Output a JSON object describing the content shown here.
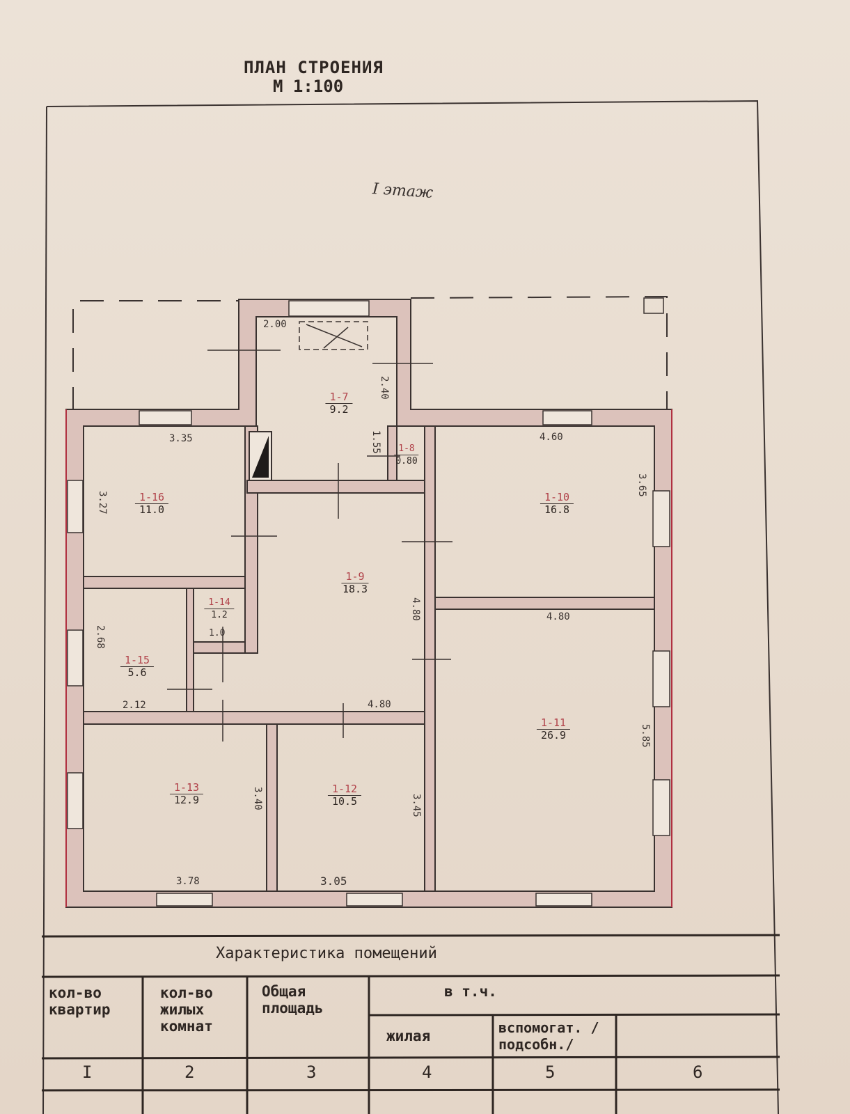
{
  "header": {
    "title": "ПЛАН СТРОЕНИЯ",
    "scale": "М 1:100",
    "floor": "I этаж"
  },
  "rooms": [
    {
      "id": "1-7",
      "area": "9.2"
    },
    {
      "id": "1-8",
      "area": "0.80"
    },
    {
      "id": "1-9",
      "area": "18.3"
    },
    {
      "id": "1-10",
      "area": "16.8"
    },
    {
      "id": "1-11",
      "area": "26.9"
    },
    {
      "id": "1-12",
      "area": "10.5"
    },
    {
      "id": "1-13",
      "area": "12.9"
    },
    {
      "id": "1-14",
      "area": "1.2"
    },
    {
      "id": "1-15",
      "area": "5.6"
    },
    {
      "id": "1-16",
      "area": "11.0"
    }
  ],
  "dimensions": {
    "d200": "2.00",
    "d240": "2.40",
    "d155": "1.55",
    "d335": "3.35",
    "d327": "3.27",
    "d460": "4.60",
    "d365": "3.65",
    "d480a": "4.80",
    "d480b": "4.80",
    "d480c": "4.80",
    "d585": "5.85",
    "d10": "1.0",
    "d268": "2.68",
    "d212": "2.12",
    "d340": "3.40",
    "d378": "3.78",
    "d345": "3.45",
    "d305": "3.05"
  },
  "table": {
    "title": "Характеристика помещений",
    "headers": {
      "flats": "кол-во квартир",
      "living_rooms": "кол-во жилых комнат",
      "total_area": "Общая площадь",
      "including": "в т.ч.",
      "living": "жилая",
      "auxiliary": "вспомогат. /подсобн./"
    },
    "column_numbers": [
      "I",
      "2",
      "3",
      "4",
      "5",
      "6"
    ]
  }
}
